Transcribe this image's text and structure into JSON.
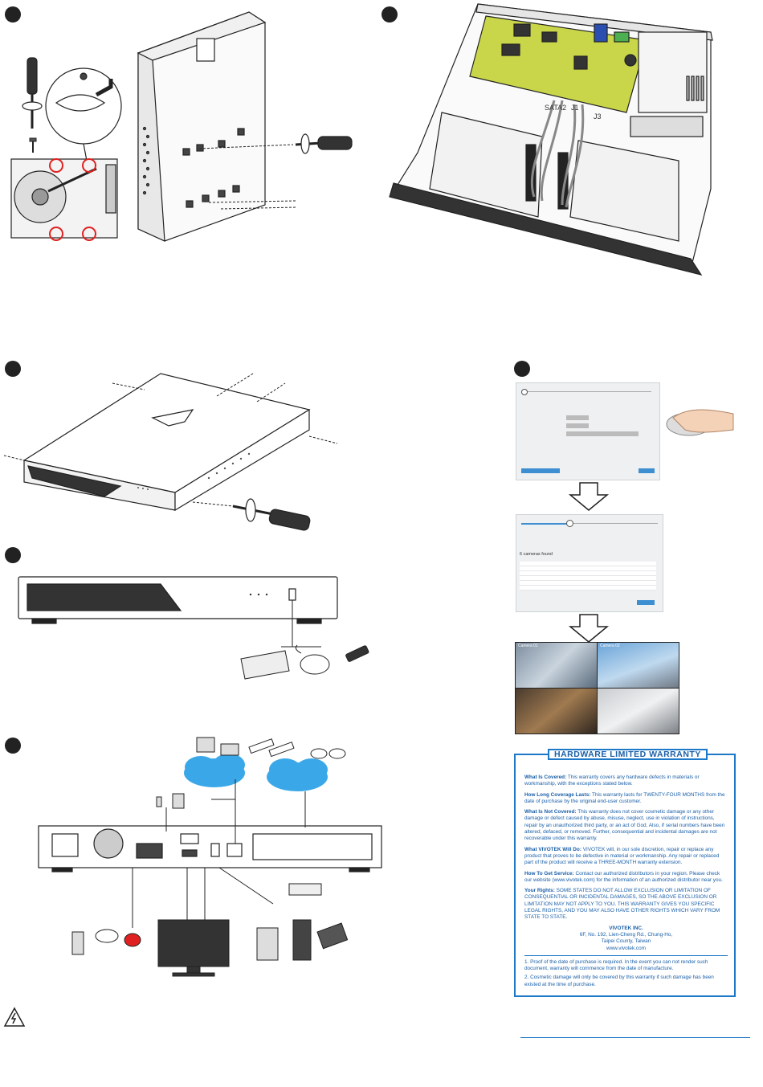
{
  "diagram_labels": {
    "sata2": "SATA2",
    "j1": "J1",
    "j3": "J3"
  },
  "setup_wizard": {
    "cameras_found": "6 cameras found",
    "camera_01": "Camera 01",
    "camera_02": "Camera 02"
  },
  "warranty": {
    "title": "HARDWARE LIMITED WARRANTY",
    "sections": [
      {
        "heading": "What Is Covered:",
        "text": " This warranty covers any hardware defects in materials or workmanship, with the exceptions stated below."
      },
      {
        "heading": "How Long Coverage Lasts:",
        "text": " This warranty lasts for TWENTY-FOUR MONTHS from the date of purchase by the original end-user customer."
      },
      {
        "heading": "What Is Not Covered:",
        "text": " This warranty does not cover cosmetic damage or any other damage or defect caused by abuse, misuse, neglect, use in violation of instructions, repair by an unauthorized third party, or an act of God. Also, if serial numbers have been altered, defaced, or removed. Further, consequential and incidental damages are not recoverable under this warranty."
      },
      {
        "heading": "What VIVOTEK Will Do:",
        "text": " VIVOTEK will, in our sole discretion, repair or replace any product that proves to be defective in material or workmanship. Any repair or replaced part of the product will receive a THREE-MONTH warranty extension."
      },
      {
        "heading": "How To Get Service:",
        "text": " Contact our authorized distributors in your region. Please check our website (www.vivotek.com) for the information of an authorized distributor near you."
      },
      {
        "heading": "Your Rights:",
        "text": " SOME STATES DO NOT ALLOW EXCLUSION OR LIMITATION OF CONSEQUENTIAL OR INCIDENTAL DAMAGES, SO THE ABOVE EXCLUSION OR LIMITATION MAY NOT APPLY TO YOU. THIS WARRANTY GIVES YOU SPECIFIC LEGAL RIGHTS, AND YOU MAY ALSO HAVE OTHER RIGHTS WHICH VARY FROM STATE TO STATE."
      }
    ],
    "company": "VIVOTEK INC.",
    "address1": "6F, No. 192, Lien-Cheng Rd., Chung-Ho,",
    "address2": "Taipei County, Taiwan",
    "website": "www.vivotek.com",
    "notes": [
      "1. Proof of the date of purchase is required. In the event you can not render such document, warranty will commence from the date of manufacture.",
      "2. Cosmetic damage will only be covered by this warranty if such damage has been existed at the time of purchase."
    ]
  },
  "colors": {
    "warranty_blue": "#1e78c8",
    "cloud_blue": "#3aa8e8",
    "pcb_green": "#c9d64a",
    "highlight_red": "#e02020"
  }
}
